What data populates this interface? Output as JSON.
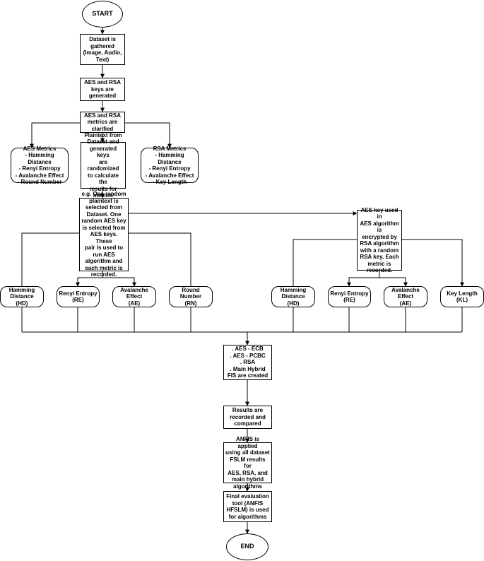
{
  "nodes": {
    "start": "START",
    "dataset": "Dataset is\ngathered\n(Image, Audio,\nText)",
    "keys": "AES and RSA\nkeys are\ngenerated",
    "metrics": "AES and RSA\nmetrics are\nclarified",
    "aes_metrics": "AES Metrics\n- Hamming Distance\n- Renyi Entropy\n- Avalanche Effect\n- Round Number",
    "plaintext": "Plaintext from\nDataset and\ngenerated keys\nare randomized\nto calculate the\nresults for\nmetrics",
    "rsa_metrics": "RSA Metrics\n- Hamming Distance\n- Renyi Entropy\n- Avalanche Effect\n- Key Length",
    "example": "e.g. One random\nplaintext is\nselected from\nDataset. One\nrandom AES key\nis selected from\nAES keys. These\npair is used to\nrun AES\nalgorithm and\neach metric is\nrecorded.",
    "aes_rsa_key": "AES key used in\nAES algorithm is\nencrypted by\nRSA algorithm\nwith a random\nRSA key. Each\nmetric is\nrecorded.",
    "hd1": "Hamming\nDistance\n(HD)",
    "re1": "Renyi Entropy\n(RE)",
    "ae1": "Avalanche Effect\n(AE)",
    "rn": "Round Number\n(RN)",
    "hd2": "Hamming\nDistance\n(HD)",
    "re2": "Renyi Entropy\n(RE)",
    "ae2": "Avalanche Effect\n(AE)",
    "kl": "Key Length\n(KL)",
    "created": ". AES - ECB\n. AES - PCBC\n. RSA\n. Main Hybrid\nFIS are created",
    "results": "Results are\nrecorded and\ncompared",
    "anfis": "ANFIS is applied\nusing all dataset\nFSLM results for\nAES, RSA, and\nmain hybrid\nalgorithms",
    "final": "Final evaluation\ntool (ANFIS\nHFSLM) is used\nfor algorithms",
    "end": "END"
  }
}
